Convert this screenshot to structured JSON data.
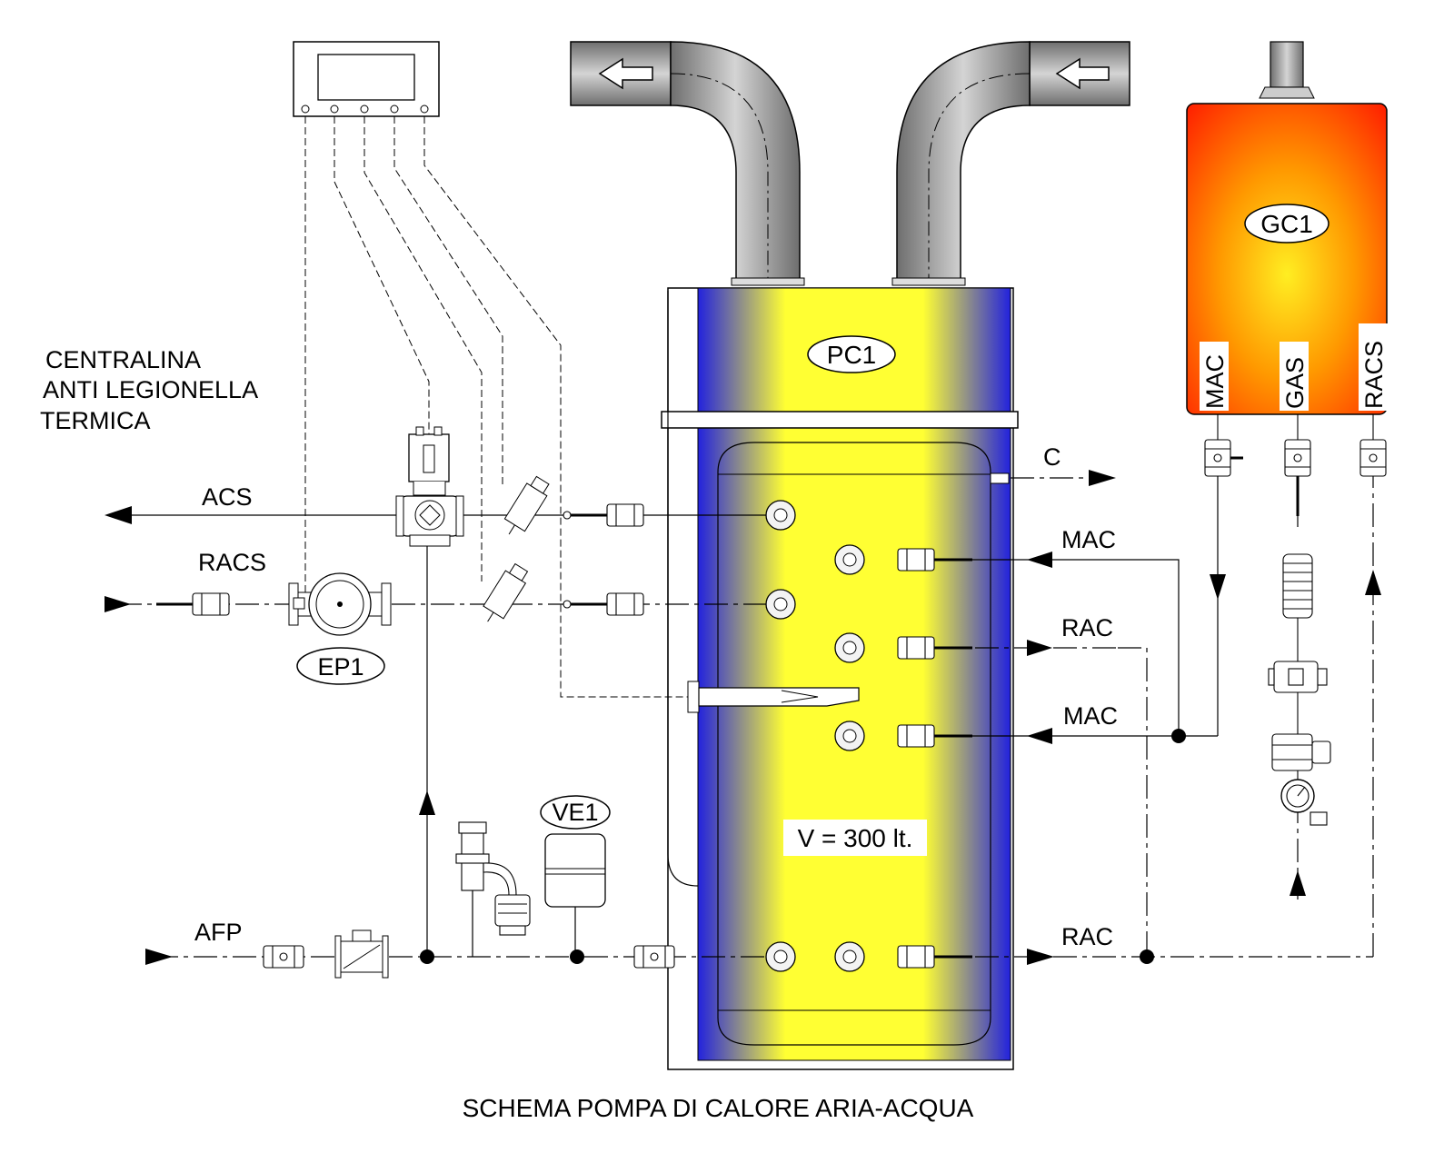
{
  "title": "SCHEMA POMPA DI CALORE ARIA-ACQUA",
  "controller_label": [
    "CENTRALINA",
    "ANTI LEGIONELLA",
    "TERMICA"
  ],
  "tank": {
    "tag": "PC1",
    "volume": "V = 300 lt."
  },
  "boiler": {
    "tag": "GC1",
    "ports": [
      "MAC",
      "GAS",
      "RACS"
    ]
  },
  "tags": {
    "pump": "EP1",
    "expansion_vessel": "VE1"
  },
  "lines": {
    "acs": "ACS",
    "racs": "RACS",
    "afp": "AFP",
    "c": "C",
    "mac_upper": "MAC",
    "rac_upper": "RAC",
    "mac_lower": "MAC",
    "rac_lower": "RAC"
  },
  "colors": {
    "tank_edge": "#2222dd",
    "tank_center": "#ffff33",
    "boiler_edge": "#ff1a00",
    "boiler_center": "#ffee22",
    "duct_dark": "#6e6e6e",
    "duct_light": "#d4d4d4"
  }
}
